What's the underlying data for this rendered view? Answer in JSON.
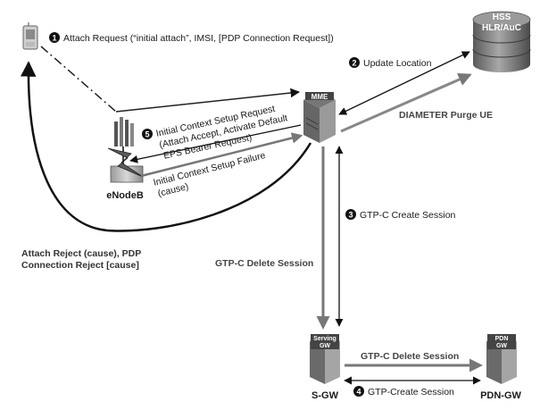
{
  "nodes": {
    "hss_line1": "HSS",
    "hss_line2": "HLR/AuC",
    "mme": "MME",
    "enodeb": "eNodeB",
    "serving_gw_line1": "Serving",
    "serving_gw_line2": "GW",
    "sgw": "S-GW",
    "pdn_gw_line1": "PDN",
    "pdn_gw_line2": "GW",
    "pdngw": "PDN-GW"
  },
  "messages": {
    "attach_request": "Attach Request (“initial attach”, IMSI, [PDP Connection Request])",
    "attach_request_step": "1",
    "update_location": "Update Location",
    "update_location_step": "2",
    "diameter_purge": "DIAMETER Purge UE",
    "initial_ctx_line1": "Initial Context Setup Request",
    "initial_ctx_line2": "(Attach Accept, Activate Default",
    "initial_ctx_line3": "EPS Bearer Request)",
    "initial_ctx_step": "5",
    "initial_ctx_failure_line1": "Initial Context Setup Failure",
    "initial_ctx_failure_line2": "(cause)",
    "gtpc_create_session": "GTP-C Create Session",
    "gtpc_create_step": "3",
    "gtpc_delete_session_vertical": "GTP-C Delete Session",
    "attach_reject_line1": "Attach Reject (cause), PDP",
    "attach_reject_line2": "Connection Reject [cause]",
    "gtpc_delete_session_horizontal": "GTP-C Delete Session",
    "gtp_create_session": "GTP-Create Session",
    "gtp_create_step": "4"
  }
}
